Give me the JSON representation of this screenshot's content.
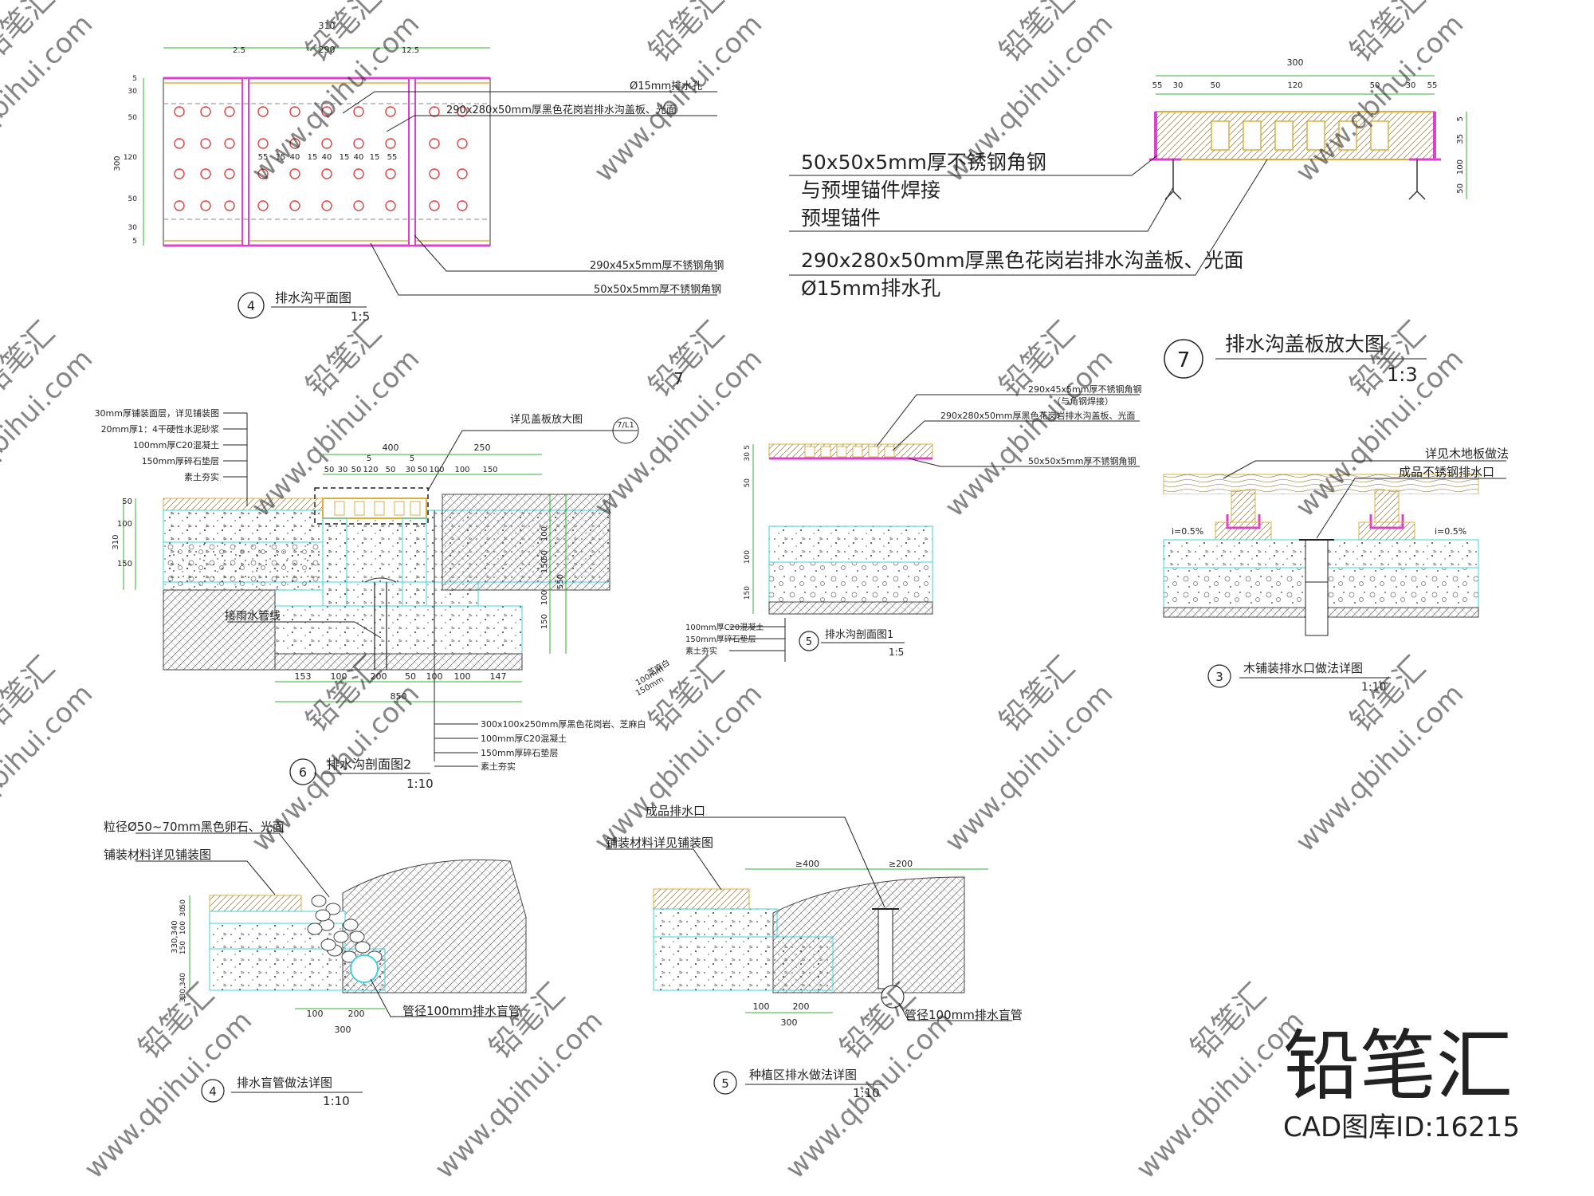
{
  "views": {
    "v4_plan": {
      "number": "4",
      "title": "排水沟平面图",
      "scale": "1:5",
      "dims_top": [
        "310",
        "2.5",
        "290",
        "12.5"
      ],
      "dims_left": [
        "5",
        "30",
        "50",
        "120",
        "50",
        "30",
        "5",
        "300"
      ],
      "dims_inner": [
        "55",
        "15",
        "40",
        "15",
        "40",
        "15",
        "40",
        "15",
        "55"
      ],
      "callouts": [
        "Ø15mm排水孔",
        "290x280x50mm厚黑色花岗岩排水沟盖板、光面",
        "290x45x5mm厚不锈钢角钢",
        "50x50x5mm厚不锈钢角钢"
      ]
    },
    "v7_cover": {
      "number": "7",
      "title": "排水沟盖板放大图",
      "scale": "1:3",
      "dims_top": [
        "300",
        "55",
        "30",
        "50",
        "120",
        "50",
        "30",
        "55"
      ],
      "dims_right": [
        "5",
        "35",
        "100",
        "50"
      ],
      "callouts": [
        "50x50x5mm厚不锈钢角钢",
        "与预埋锚件焊接",
        "预埋锚件",
        "290x280x50mm厚黑色花岗岩排水沟盖板、光面",
        "Ø15mm排水孔"
      ]
    },
    "v6_section2": {
      "number": "6",
      "title": "排水沟剖面图2",
      "scale": "1:10",
      "layers_left": [
        "30mm厚铺装面层，详见铺装图",
        "20mm厚1：4干硬性水泥砂浆",
        "100mm厚C20混凝土",
        "150mm厚碎石垫层",
        "素土夯实"
      ],
      "ref_note": "详见盖板放大图",
      "ref_tag": "7/L1",
      "dims_top": [
        "400",
        "250",
        "5",
        "5"
      ],
      "dims_top2": [
        "50",
        "30",
        "50",
        "120",
        "50",
        "30",
        "50",
        "100",
        "100",
        "150"
      ],
      "dims_left": [
        "310",
        "50",
        "100",
        "150"
      ],
      "dims_right": [
        "100",
        "50",
        "150",
        "100",
        "150",
        "550"
      ],
      "label_pipe": "接雨水管线",
      "dims_bottom": [
        "153",
        "100",
        "200",
        "50",
        "100",
        "100",
        "147",
        "850"
      ],
      "layers_bottom": [
        "300x100x250mm厚黑色花岗岩、芝麻白",
        "100mm厚C20混凝土",
        "150mm厚碎石垫层",
        "素土夯实"
      ],
      "marker": "7"
    },
    "v5_section1": {
      "number": "5",
      "title": "排水沟剖面图1",
      "scale": "1:5",
      "callouts": [
        "290x45x5mm厚不锈钢角钢",
        "（与角钢焊接）",
        "290x280x50mm厚黑色花岗岩排水沟盖板、光面",
        "50x50x5mm厚不锈钢角钢"
      ],
      "dims_left": [
        "5",
        "30",
        "50",
        "100",
        "150"
      ],
      "layers": [
        "100mm厚C20混凝土",
        "150mm厚碎石垫层",
        "素土夯实"
      ],
      "layer_extra": [
        "芝麻白",
        "100mm",
        "150mm"
      ]
    },
    "v3_wood": {
      "number": "3",
      "title": "木铺装排水口做法详图",
      "scale": "1:10",
      "callouts": [
        "详见木地板做法",
        "成品不锈钢排水口"
      ],
      "slope_left": "i=0.5%",
      "slope_right": "i=0.5%"
    },
    "v4_blind": {
      "number": "4",
      "title": "排水盲管做法详图",
      "scale": "1:10",
      "callouts": [
        "粒径Ø50~70mm黑色卵石、光面",
        "铺装材料详见铺装图"
      ],
      "dims_left": [
        "50",
        "30",
        "100",
        "150",
        "330,340"
      ],
      "dims_bottom": [
        "100",
        "200",
        "300"
      ],
      "label_pipe": "管径100mm排水盲管"
    },
    "v5_planting": {
      "number": "5",
      "title": "种植区排水做法详图",
      "scale": "1:10",
      "callouts": [
        "成品排水口",
        "铺装材料详见铺装图"
      ],
      "dims_top": [
        "≥400",
        "≥200"
      ],
      "dims_bottom": [
        "100",
        "200",
        "300"
      ],
      "label_pipe": "管径100mm排水盲管"
    }
  },
  "watermark": {
    "url": "www.qbihui.com",
    "brand": "铅笔汇",
    "id": "CAD图库ID:16215"
  },
  "colors": {
    "magenta": "#e040d0",
    "yellow": "#d8b040",
    "cyan": "#40d0e0",
    "green": "#30b030",
    "line": "#222222"
  }
}
